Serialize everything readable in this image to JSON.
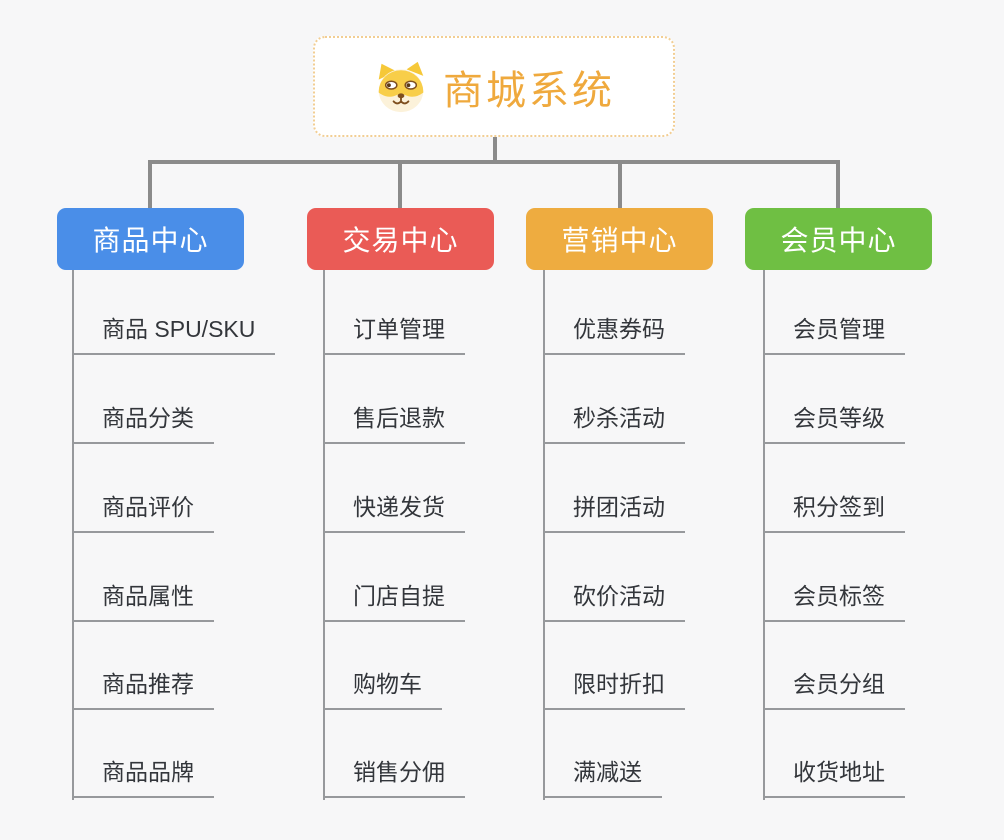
{
  "page": {
    "background_color": "#f7f7f8",
    "connector_color": "#8b8b8b",
    "leaf_line_color": "#97999c",
    "leaf_text_color": "#33363b"
  },
  "root": {
    "title": "商城系统",
    "icon": "dog-face-icon",
    "text_color": "#efa93d",
    "border_color": "#f2ce93",
    "background_color": "#ffffff"
  },
  "branches": [
    {
      "label": "商品中心",
      "color": "#4a8ee8",
      "children": [
        "商品 SPU/SKU",
        "商品分类",
        "商品评价",
        "商品属性",
        "商品推荐",
        "商品品牌"
      ]
    },
    {
      "label": "交易中心",
      "color": "#ea5b56",
      "children": [
        "订单管理",
        "售后退款",
        "快递发货",
        "门店自提",
        "购物车",
        "销售分佣"
      ]
    },
    {
      "label": "营销中心",
      "color": "#eeac40",
      "children": [
        "优惠券码",
        "秒杀活动",
        "拼团活动",
        "砍价活动",
        "限时折扣",
        "满减送"
      ]
    },
    {
      "label": "会员中心",
      "color": "#6fbf43",
      "children": [
        "会员管理",
        "会员等级",
        "积分签到",
        "会员标签",
        "会员分组",
        "收货地址"
      ]
    }
  ]
}
